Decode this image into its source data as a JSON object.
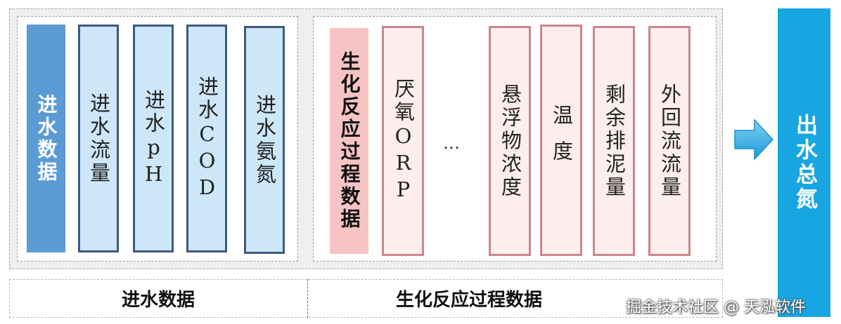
{
  "inlet_group": {
    "header": "进水数据",
    "items": [
      "进水流量",
      "进水pH",
      "进水COD",
      "进水氨氮"
    ]
  },
  "bio_group": {
    "header": "生化反应过程数据",
    "items": [
      "厌氧ORP",
      "悬浮物浓度",
      "温度",
      "剩余排泥量",
      "外回流流量"
    ],
    "ellipsis": "…"
  },
  "outlet": {
    "label": "出水总氮"
  },
  "bottom_labels": {
    "left": "进水数据",
    "right": "生化反应过程数据"
  },
  "watermark": "掘金技术社区 @ 天泓软件",
  "colors": {
    "inlet_header": "#5b9bd5",
    "inlet_box_fill": "#cde6f8",
    "inlet_box_border": "#3d5a7f",
    "bio_header": "#f6c4c4",
    "bio_box_fill": "#fdeeed",
    "bio_box_border": "#c9868c",
    "outlet": "#17a6e1",
    "arrow": "#29aae1"
  }
}
